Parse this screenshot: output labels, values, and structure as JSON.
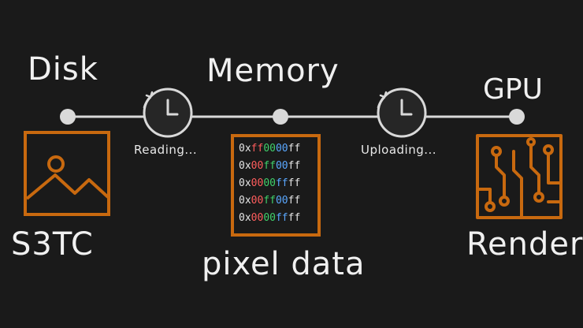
{
  "stages": {
    "disk": {
      "label": "Disk",
      "format": "S3TC"
    },
    "memory": {
      "label": "Memory",
      "caption": "pixel data"
    },
    "gpu": {
      "label": "GPU",
      "caption": "Render"
    }
  },
  "steps": {
    "reading": {
      "label": "Reading..."
    },
    "uploading": {
      "label": "Uploading..."
    }
  },
  "pixel_rows": [
    {
      "prefix": "0x",
      "r": "ff",
      "g": "00",
      "b": "00",
      "a": "ff"
    },
    {
      "prefix": "0x",
      "r": "00",
      "g": "ff",
      "b": "00",
      "a": "ff"
    },
    {
      "prefix": "0x",
      "r": "00",
      "g": "00",
      "b": "ff",
      "a": "ff"
    },
    {
      "prefix": "0x",
      "r": "00",
      "g": "ff",
      "b": "00",
      "a": "ff"
    },
    {
      "prefix": "0x",
      "r": "00",
      "g": "00",
      "b": "ff",
      "a": "ff"
    }
  ],
  "colors": {
    "background": "#1a1a1a",
    "accent": "#c8690f",
    "line": "#d9d9d9",
    "text": "#f0f0f0",
    "hex_red": "#ff5d5d",
    "hex_green": "#3fd06a",
    "hex_blue": "#5aa8ff",
    "hex_plain": "#e6e6e6"
  },
  "icons": {
    "disk": "image-icon",
    "reading": "clock-icon",
    "uploading": "clock-icon",
    "gpu": "circuit-icon"
  }
}
